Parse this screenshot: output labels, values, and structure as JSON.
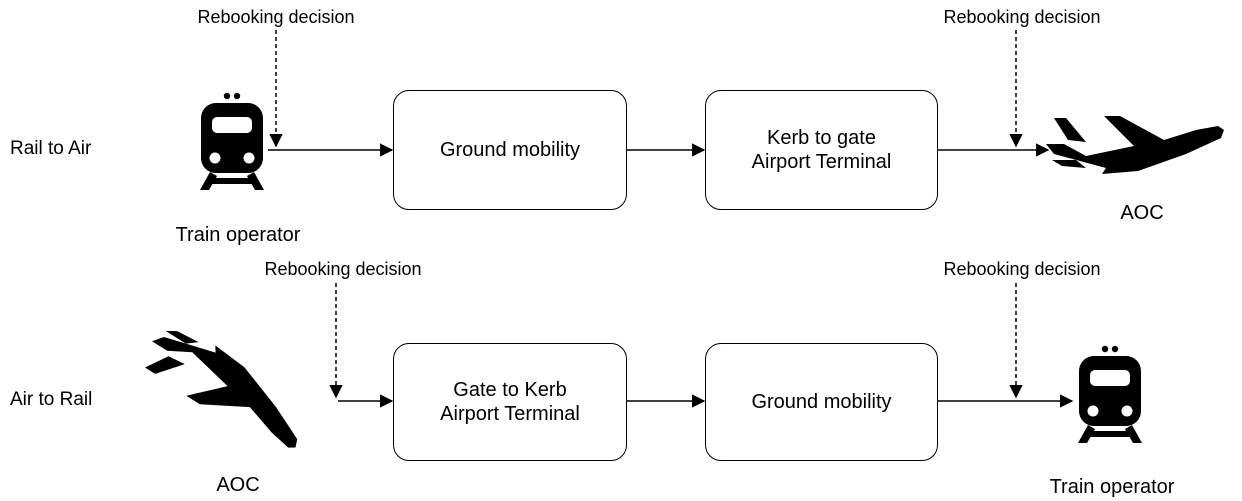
{
  "rows": [
    {
      "row_label": "Rail to Air",
      "start_caption": "Train operator",
      "end_caption": "AOC",
      "decision_left": "Rebooking decision",
      "decision_right": "Rebooking decision",
      "box1": [
        "Ground mobility"
      ],
      "box2": [
        "Kerb to gate",
        "Airport Terminal"
      ]
    },
    {
      "row_label": "Air to Rail",
      "start_caption": "AOC",
      "end_caption": "Train operator",
      "decision_left": "Rebooking decision",
      "decision_right": "Rebooking decision",
      "box1": [
        "Gate to Kerb",
        "Airport Terminal"
      ],
      "box2": [
        "Ground mobility"
      ]
    }
  ],
  "icons": {
    "train": "train-icon",
    "plane": "airplane-icon"
  }
}
